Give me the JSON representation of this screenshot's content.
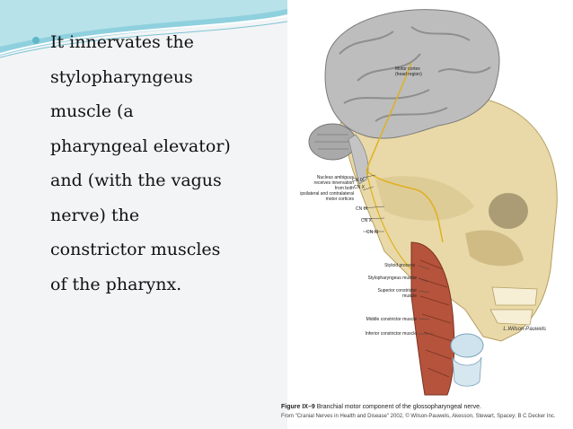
{
  "slide": {
    "bullet_text": "It innervates the\nstylopharyngeus\nmuscle (a\npharyngeal elevator)\nand (with the vagus\nnerve) the\nconstrictor muscles\nof the pharynx."
  },
  "figure": {
    "labels": {
      "motor_cortex": "Motor cortex\n(head region)",
      "nucleus": "Nucleus ambiguus\nreceives innervation\nfrom both\nipsilateral and contralateral\nmotor cortices",
      "cn_ix_top": "CN IX",
      "cn_x_top": "CN X",
      "cn_ix": "CN IX",
      "cn_x": "CN X",
      "cn_xi": "CN XI",
      "styloid": "Styloid process",
      "stylopharyngeus": "Stylopharyngeus muscle",
      "superior_constrictor": "Superior constrictor\nmuscle",
      "middle_constrictor": "Middle constrictor muscle",
      "inferior_constrictor": "Inferior constrictor   muscle",
      "signature": "L.Wilson-Pauwels"
    },
    "caption_title": "Figure IX–9",
    "caption_text": "Branchial motor component of the glossopharyngeal nerve.",
    "source_line": "From \"Cranial Nerves in Health and Disease\" 2002, © Wilson-Pauwels, Akesson, Stewart, Spacey; B C Decker Inc."
  }
}
